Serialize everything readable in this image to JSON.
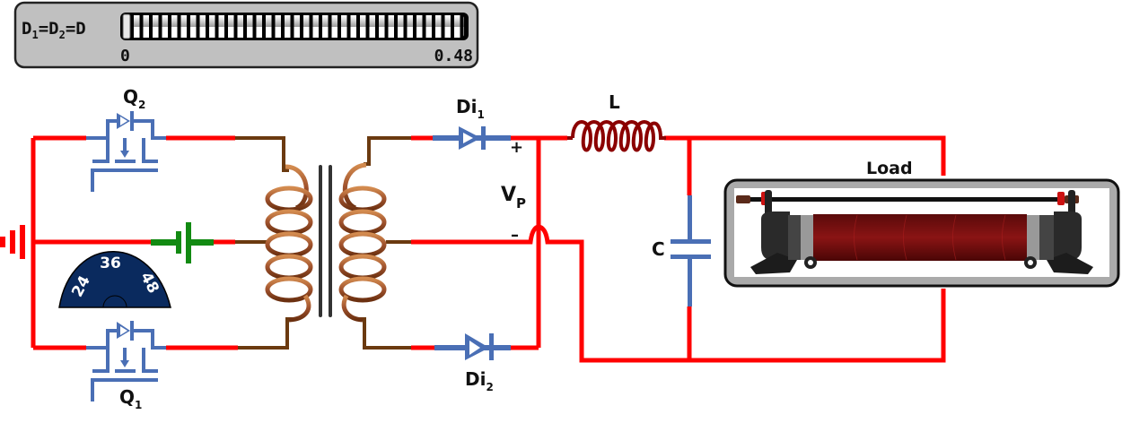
{
  "control_panel": {
    "slider_label": "D",
    "slider_label_sub1": "1",
    "slider_label_sub2": "2",
    "slider_label_full": "D1=D2=D",
    "min_label": "0",
    "max_label": "0.48",
    "min_value": 0,
    "max_value": 0.48,
    "value": 0
  },
  "voltage_selector": {
    "options": [
      "24",
      "36",
      "48"
    ]
  },
  "components": {
    "q2": {
      "label": "Q",
      "sub": "2"
    },
    "q1": {
      "label": "Q",
      "sub": "1"
    },
    "di1": {
      "label": "Di",
      "sub": "1"
    },
    "di2": {
      "label": "Di",
      "sub": "2"
    },
    "inductor": {
      "label": "L"
    },
    "capacitor": {
      "label": "C"
    },
    "load": {
      "label": "Load"
    },
    "vp": {
      "label": "V",
      "sub": "P",
      "plus": "+",
      "minus": "–"
    }
  },
  "colors": {
    "wire": "#ff0000",
    "switch": "#4a6fb5",
    "battery": "#128a12",
    "copper": "#a0522d",
    "inductor": "#8b0000",
    "knob": "#0a2a5e",
    "panel": "#c0c0c0"
  }
}
